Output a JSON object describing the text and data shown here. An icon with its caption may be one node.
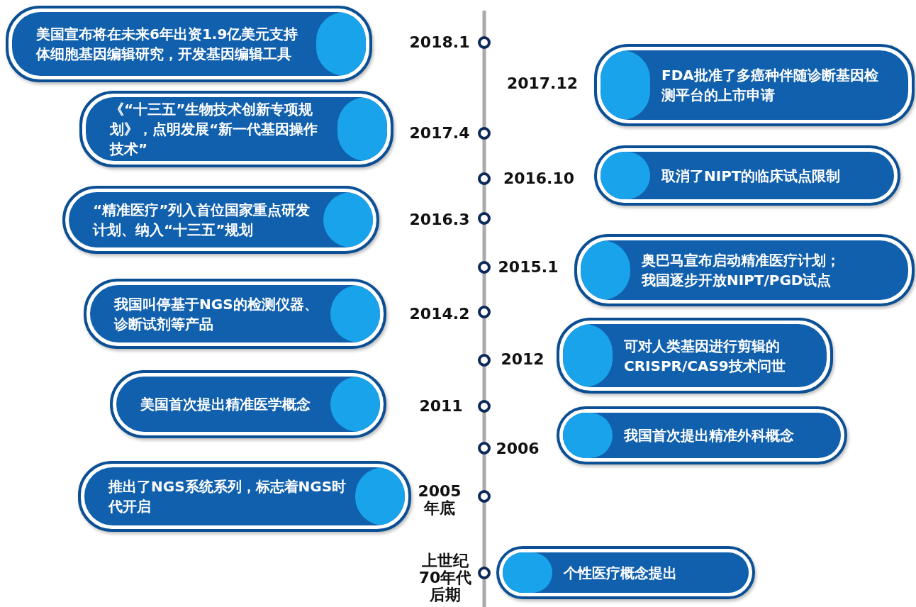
{
  "diagram": {
    "nodes": [
      {
        "text": [
          "美国宣布将在未来6年出资1.9亿美元支持体细胞基因编辑研究，开发基因编辑工具"
        ],
        "beside": [
          "2018.1"
        ]
      },
      {
        "text": [
          "FDA批准了多癌种伴随诊断基因检测平台的上市申请"
        ],
        "beside": [
          "2017.12"
        ]
      },
      {
        "text": [
          "《“十三五”生物技术创新专项规划》，点明发展“新一代基因操作技术”"
        ],
        "beside": [
          "2017.4"
        ]
      },
      {
        "text": [
          "取消了NIPT的临床试点限制"
        ],
        "beside": [
          "2016.10"
        ]
      },
      {
        "text": [
          "“精准医疗”列入首位国家重点研发计划、纳入“十三五”规划"
        ],
        "beside": [
          "2016.3"
        ]
      },
      {
        "text": [
          "奥巴马宣布启动精准医疗计划；",
          "我国逐步开放NIPT/PGD试点"
        ],
        "beside": [
          "2015.1"
        ]
      },
      {
        "text": [
          "我国叫停基于NGS的检测仪器、诊断试剂等产品"
        ],
        "beside": [
          "2014.2"
        ]
      },
      {
        "text": [
          "可对人类基因进行剪辑的CRISPR/CAS9技术问世"
        ],
        "beside": [
          "2012"
        ]
      },
      {
        "text": [
          "美国首次提出精准医学概念"
        ],
        "beside": [
          "2011"
        ]
      },
      {
        "text": [
          "我国首次提出精准外科概念"
        ],
        "beside": [
          "2006"
        ]
      },
      {
        "text": [
          "推出了NGS系统系列，标志着NGS时代开启"
        ],
        "beside": [
          "2005年底"
        ]
      },
      {
        "text": [
          "个性医疗概念提出"
        ],
        "beside": [
          "上世纪70年代后期"
        ]
      }
    ],
    "edges": []
  }
}
